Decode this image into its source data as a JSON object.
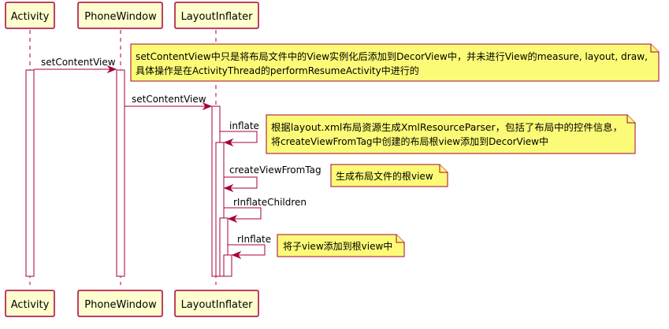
{
  "participants": {
    "activity": "Activity",
    "phone_window": "PhoneWindow",
    "layout_inflater": "LayoutInflater"
  },
  "messages": {
    "m1": "setContentView",
    "m2": "setContentView",
    "m3": "inflate",
    "m4": "createViewFromTag",
    "m5": "rInflateChildren",
    "m6": "rInflate"
  },
  "notes": {
    "n1_line1": "setContentView中只是将布局文件中的View实例化后添加到DecorView中，并未进行View的measure, layout, draw,",
    "n1_line2": "具体操作是在ActivityThread的performResumeActivity中进行的",
    "n2_line1": "根据layout.xml布局资源生成XmlResourceParser，包括了布局中的控件信息，",
    "n2_line2": "将createViewFromTag中创建的布局根view添加到DecorView中",
    "n3_line1": "生成布局文件的根view",
    "n4_line1": "将子view添加到根view中"
  },
  "colors": {
    "participant_fill": "#FEFECE",
    "border": "#A80036",
    "note_fill": "#FBFB77"
  }
}
